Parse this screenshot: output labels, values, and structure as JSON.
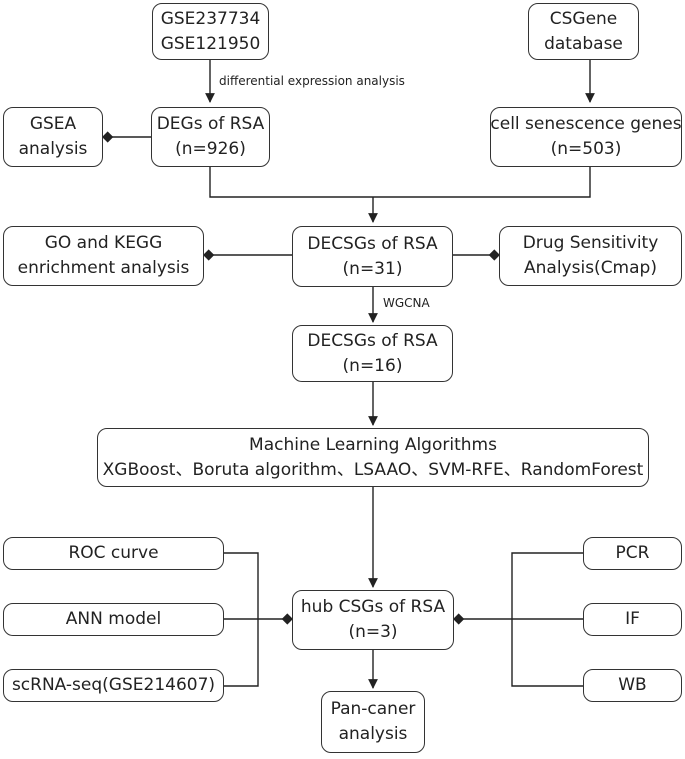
{
  "nodes": {
    "gse": {
      "line1": "GSE237734",
      "line2": "GSE121950"
    },
    "csgene": {
      "line1": "CSGene",
      "line2": "database"
    },
    "gsea": {
      "line1": "GSEA",
      "line2": "analysis"
    },
    "degs": {
      "line1": "DEGs of RSA",
      "line2": "(n=926)"
    },
    "senescence": {
      "line1": "cell senescence genes",
      "line2": "(n=503)"
    },
    "go_kegg": {
      "line1": "GO and KEGG",
      "line2": "enrichment analysis"
    },
    "decsgs31": {
      "line1": "DECSGs of RSA",
      "line2": "(n=31)"
    },
    "drug": {
      "line1": "Drug Sensitivity",
      "line2": "Analysis(Cmap)"
    },
    "decsgs16": {
      "line1": "DECSGs of RSA",
      "line2": "(n=16)"
    },
    "ml": {
      "line1": "Machine Learning Algorithms",
      "line2": "XGBoost、Boruta algorithm、LSAAO、SVM-RFE、RandomForest"
    },
    "roc": {
      "line1": "ROC curve"
    },
    "ann": {
      "line1": "ANN model"
    },
    "scrna": {
      "line1": "scRNA-seq(GSE214607)"
    },
    "hub": {
      "line1": "hub CSGs of RSA",
      "line2": "(n=3)"
    },
    "pcr": {
      "line1": "PCR"
    },
    "if": {
      "line1": "IF"
    },
    "wb": {
      "line1": "WB"
    },
    "pancancer": {
      "line1": "Pan-caner",
      "line2": "analysis"
    }
  },
  "edge_labels": {
    "dea": "differential expression analysis",
    "wgcna": "WGCNA"
  }
}
